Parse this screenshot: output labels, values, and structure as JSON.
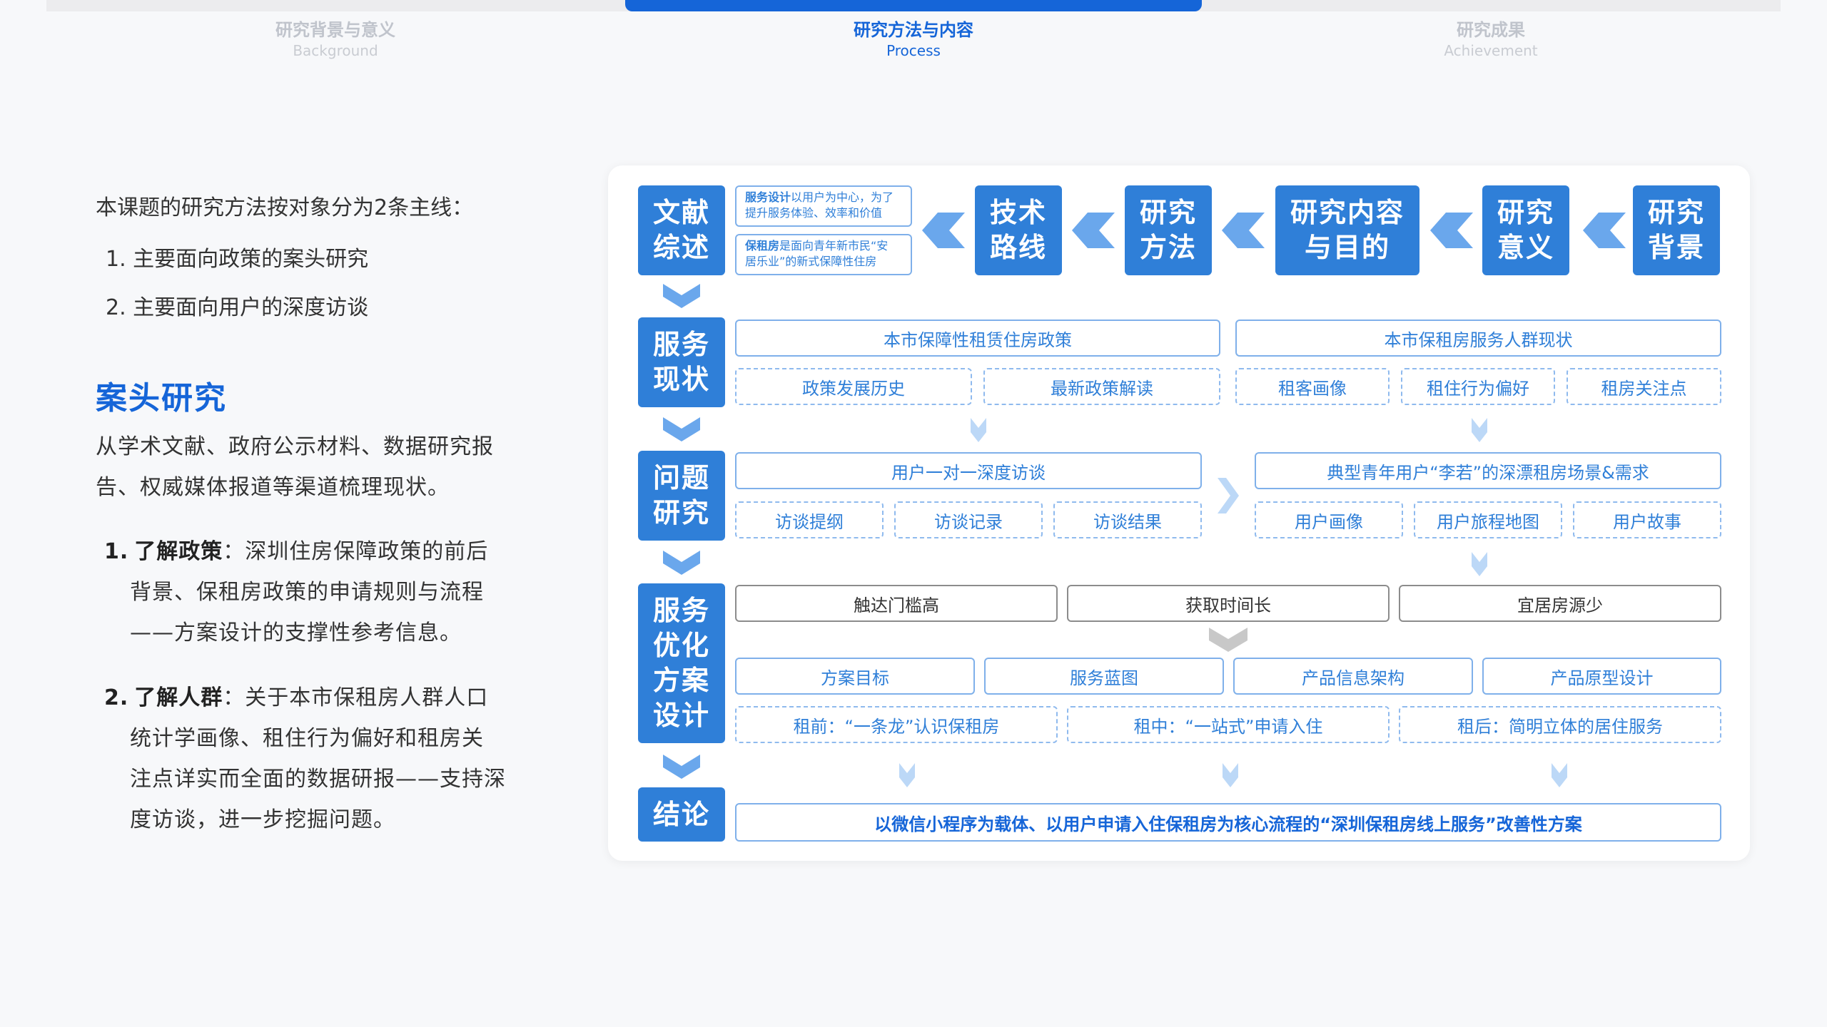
{
  "tabs": [
    {
      "title": "研究背景与意义",
      "subtitle": "Background"
    },
    {
      "title": "研究方法与内容",
      "subtitle": "Process"
    },
    {
      "title": "研究成果",
      "subtitle": "Achievement"
    }
  ],
  "intro": "本课题的研究方法按对象分为2条主线：",
  "methods": [
    "1. 主要面向政策的案头研究",
    "2. 主要面向用户的深度访谈"
  ],
  "section_title": "案头研究",
  "section_desc": [
    "从学术文献、政府公示材料、数据研究报",
    "告、权威媒体报道等渠道梳理现状。"
  ],
  "items": [
    {
      "num": "1.",
      "label": "了解政策",
      "sep": "：",
      "lines": [
        "深圳住房保障政策的前后",
        "背景、保租房政策的申请规则与流程",
        "——方案设计的支撑性参考信息。"
      ]
    },
    {
      "num": "2.",
      "label": "了解人群",
      "sep": "：",
      "lines": [
        "关于本市保租房人群人口",
        "统计学画像、租住行为偏好和租房关",
        "注点详实而全面的数据研报——支持深",
        "度访谈，进一步挖掘问题。"
      ]
    }
  ],
  "diagram": {
    "top_flow": [
      {
        "l1": "研究",
        "l2": "背景"
      },
      {
        "l1": "研究",
        "l2": "意义"
      },
      {
        "l1": "研究内容",
        "l2": "与目的"
      },
      {
        "l1": "研究",
        "l2": "方法"
      },
      {
        "l1": "技术",
        "l2": "路线"
      }
    ],
    "notes": [
      {
        "bold": "服务设计",
        "l1": "以用户为中心，为了",
        "l2": "提升服务体验、效率和价值"
      },
      {
        "bold": "保租房",
        "l1": "是面向青年新市民“安",
        "l2": "居乐业”的新式保障性住房"
      }
    ],
    "stages": [
      {
        "l1": "文献",
        "l2": "综述"
      },
      {
        "l1": "服务",
        "l2": "现状"
      },
      {
        "l1": "问题",
        "l2": "研究"
      },
      {
        "l1": "服务",
        "l2": "优化",
        "l3": "方案",
        "l4": "设计"
      },
      {
        "l1": "结论"
      }
    ],
    "status": {
      "policy": "本市保障性租赁住房政策",
      "people": "本市保租房服务人群现状",
      "policy_subs": [
        "政策发展历史",
        "最新政策解读"
      ],
      "people_subs": [
        "租客画像",
        "租住行为偏好",
        "租房关注点"
      ]
    },
    "research": {
      "interview": "用户一对一深度访谈",
      "interview_subs": [
        "访谈提纲",
        "访谈记录",
        "访谈结果"
      ],
      "scenario": "典型青年用户“李若”的深漂租房场景&需求",
      "scenario_subs": [
        "用户画像",
        "用户旅程地图",
        "用户故事"
      ]
    },
    "design": {
      "problems": [
        "触达门槛高",
        "获取时间长",
        "宜居房源少"
      ],
      "outputs": [
        "方案目标",
        "服务蓝图",
        "产品信息架构",
        "产品原型设计"
      ],
      "phases": [
        "租前：“一条龙”认识保租房",
        "租中：“一站式”申请入住",
        "租后：简明立体的居住服务"
      ]
    },
    "conclusion": "以微信小程序为载体、以用户申请入住保租房为核心流程的“深圳保租房线上服务”改善性方案"
  },
  "colors": {
    "primary": "#1565d8",
    "block": "#2f7fd8",
    "arrow": "#6aa7ec",
    "light_arrow": "#bcd8f7",
    "gray_arrow": "#c8c8c8"
  }
}
